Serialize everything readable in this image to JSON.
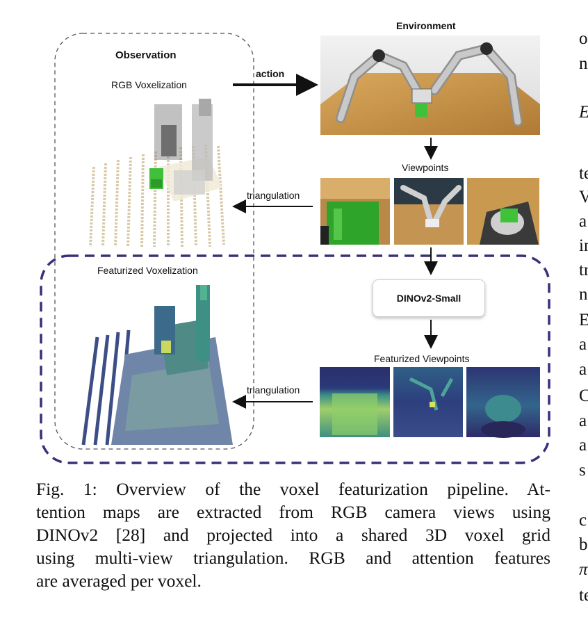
{
  "figure": {
    "observation_title": "Observation",
    "rgb_voxelization_label": "RGB Voxelization",
    "action_label": "action",
    "environment_title": "Environment",
    "viewpoints_label": "Viewpoints",
    "triangulation_label_top": "triangulation",
    "featurized_voxelization_label": "Featurized Voxelization",
    "model_label": "DINOv2-Small",
    "featurized_viewpoints_label": "Featurized Viewpoints",
    "triangulation_label_bottom": "triangulation"
  },
  "caption": {
    "lines": [
      "Fig. 1: Overview of the voxel featurization pipeline. At-",
      "tention maps are extracted from RGB camera views using",
      "DINOv2 [28] and projected into a shared 3D voxel grid",
      "using multi-view triangulation. RGB and attention features",
      "are averaged per voxel."
    ]
  },
  "right_column_fragments": [
    "o",
    "n",
    "E",
    "te",
    "V",
    "a",
    "in",
    "tr",
    "n",
    "E",
    "a",
    "a",
    "C",
    "a",
    "a",
    "s",
    "c",
    "b",
    "π",
    "te"
  ],
  "colors": {
    "observation_border": "#555555",
    "featurized_border": "#3b2f78",
    "table_wood": "#c9984f",
    "feature_dark": "#2f2b6e",
    "feature_teal": "#3f8f8a",
    "feature_yellow": "#d9e25a"
  }
}
